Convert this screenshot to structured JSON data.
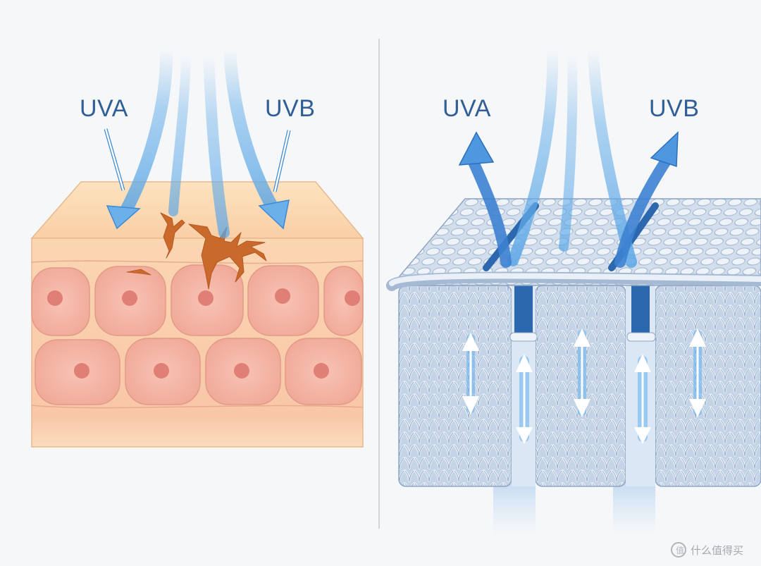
{
  "labels": {
    "left_uva": "UVA",
    "left_uvb": "UVB",
    "right_uva": "UVA",
    "right_uvb": "UVB"
  },
  "watermark": {
    "text": "什么值得买",
    "icon": "smzdm-logo-icon"
  },
  "colors": {
    "background": "#f6f7f9",
    "label_blue": "#2f5f96",
    "ray_blue": "#6fb3ea",
    "skin_top": "#fbd7ad",
    "skin_body": "#f9ccb0",
    "cell_fill": "#f3b4a6",
    "nucleus": "#e07f76",
    "crack": "#c96a2c",
    "fabric_light": "#e4ecf6",
    "fabric_mid": "#b9c9de",
    "fabric_shade": "#8fa6c4",
    "channel_blue": "#2c68ad",
    "divider": "#bfc3c8"
  }
}
